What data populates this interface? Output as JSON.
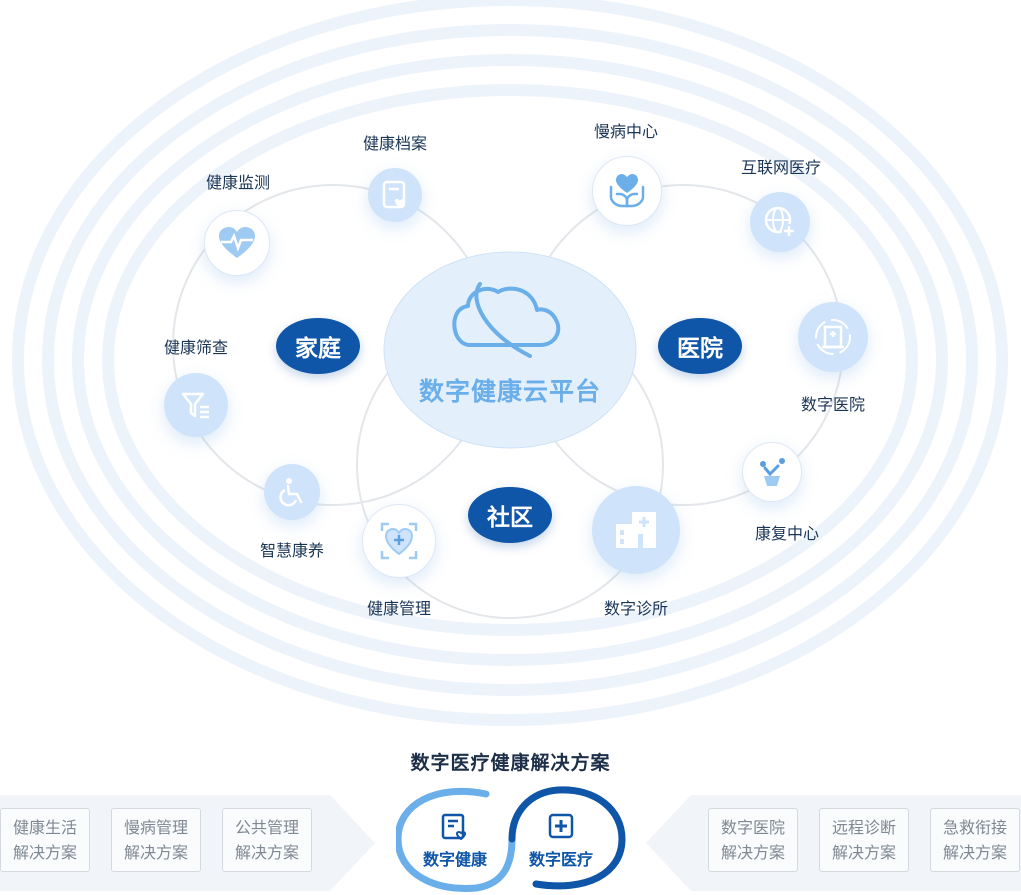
{
  "center": {
    "title": "数字健康云平台"
  },
  "groups": {
    "family": "家庭",
    "hospital": "医院",
    "community": "社区"
  },
  "nodes": {
    "health_record": "健康档案",
    "health_monitor": "健康监测",
    "health_screening": "健康筛查",
    "smart_care": "智慧康养",
    "health_management": "健康管理",
    "chronic_center": "慢病中心",
    "internet_medical": "互联网医疗",
    "digital_hospital": "数字医院",
    "rehab_center": "康复中心",
    "digital_clinic": "数字诊所"
  },
  "solutions": {
    "title": "数字医疗健康解决方案",
    "left": [
      {
        "line1": "健康生活",
        "line2": "解决方案"
      },
      {
        "line1": "慢病管理",
        "line2": "解决方案"
      },
      {
        "line1": "公共管理",
        "line2": "解决方案"
      }
    ],
    "right": [
      {
        "line1": "数字医院",
        "line2": "解决方案"
      },
      {
        "line1": "远程诊断",
        "line2": "解决方案"
      },
      {
        "line1": "急救衔接",
        "line2": "解决方案"
      }
    ],
    "chain": {
      "health": "数字健康",
      "medical": "数字医疗"
    }
  },
  "colors": {
    "primary": "#0f55a8",
    "accent": "#2a8af2",
    "light": "#cfe4fa",
    "text": "#1a3556"
  },
  "icons": {
    "health_record": "document-heart-icon",
    "health_monitor": "heart-pulse-icon",
    "health_screening": "filter-icon",
    "smart_care": "wheelchair-icon",
    "health_management": "heart-plus-frame-icon",
    "chronic_center": "hands-heart-icon",
    "internet_medical": "globe-plus-icon",
    "digital_hospital": "hospital-building-icon",
    "rehab_center": "rehab-person-icon",
    "digital_clinic": "clinic-building-icon"
  }
}
